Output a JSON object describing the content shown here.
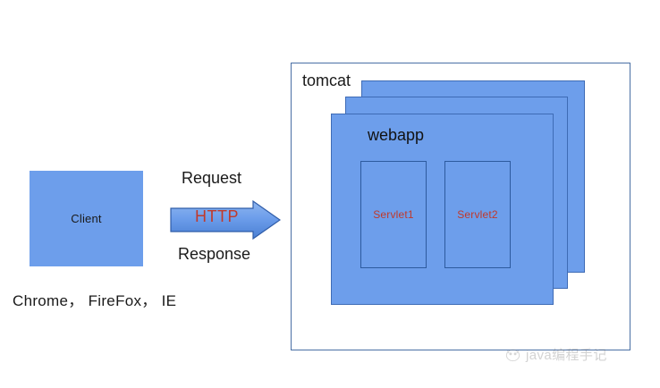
{
  "diagram": {
    "title": "Client to Tomcat Servlet request flow",
    "colors": {
      "panel_blue": "#6d9eeb",
      "panel_border": "#3e6bb5",
      "container_border": "#4a6fa5",
      "accent_red": "#c0392b",
      "text_dark": "#1a1a1a",
      "background": "#ffffff"
    },
    "client": {
      "label": "Client",
      "browsers_label": "Chrome， FireFox， IE"
    },
    "flow": {
      "request_label": "Request",
      "response_label": "Response",
      "protocol_label": "HTTP",
      "arrow_icon": "right-arrow-icon"
    },
    "server": {
      "container_label": "tomcat",
      "webapp_label": "webapp",
      "stack_panels": [
        {
          "name": "webapp-panel-back"
        },
        {
          "name": "webapp-panel-middle"
        },
        {
          "name": "webapp-panel-front"
        }
      ],
      "servlets": [
        {
          "label": "Servlet1"
        },
        {
          "label": "Servlet2"
        }
      ]
    },
    "watermark": {
      "text": "java编程手记",
      "logo_icon": "penguin-logo-icon"
    }
  }
}
